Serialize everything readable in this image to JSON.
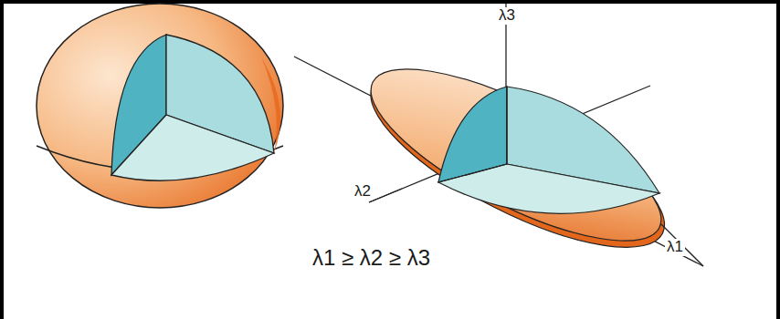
{
  "diagram": {
    "labels": [
      "λ3",
      "λ2",
      "λ1",
      "λ1 ≥ λ2 ≥ λ3"
    ]
  }
}
